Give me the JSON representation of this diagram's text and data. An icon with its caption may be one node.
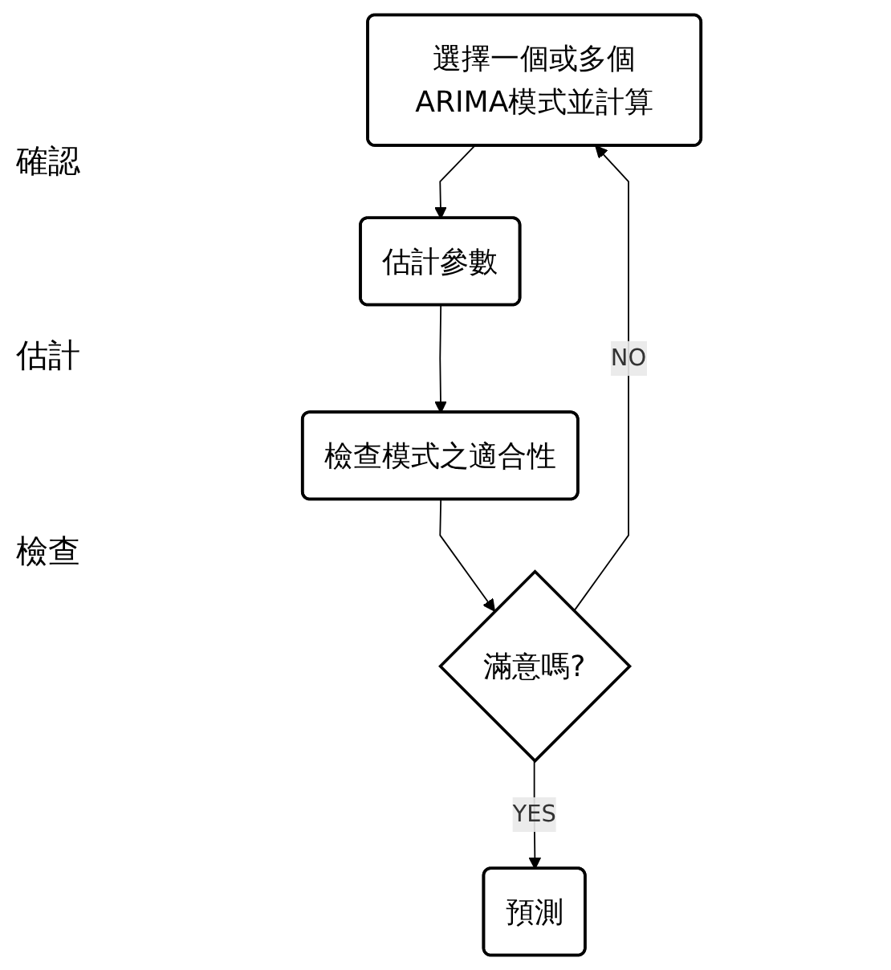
{
  "diagram": {
    "nodes": [
      {
        "text": [
          "選擇一個或多個ARIMA模式並計算"
        ]
      },
      {
        "text": [
          "估計參數"
        ]
      },
      {
        "text": [
          "檢查模式之適合性"
        ]
      },
      {
        "text": [
          "滿意嗎?"
        ]
      },
      {
        "text": [
          "預測"
        ]
      }
    ],
    "edges": [
      {
        "from": 0,
        "to": 1,
        "arrow": "to"
      },
      {
        "from": 1,
        "to": 2,
        "arrow": "to"
      },
      {
        "from": 2,
        "to": 3,
        "arrow": "to"
      },
      {
        "from": 3,
        "to": 4,
        "arrow": "to",
        "label": "YES"
      },
      {
        "from": 3,
        "to": 0,
        "arrow": "to",
        "label": "NO"
      }
    ],
    "labels": [
      "確認",
      "估計",
      "檢查"
    ]
  }
}
